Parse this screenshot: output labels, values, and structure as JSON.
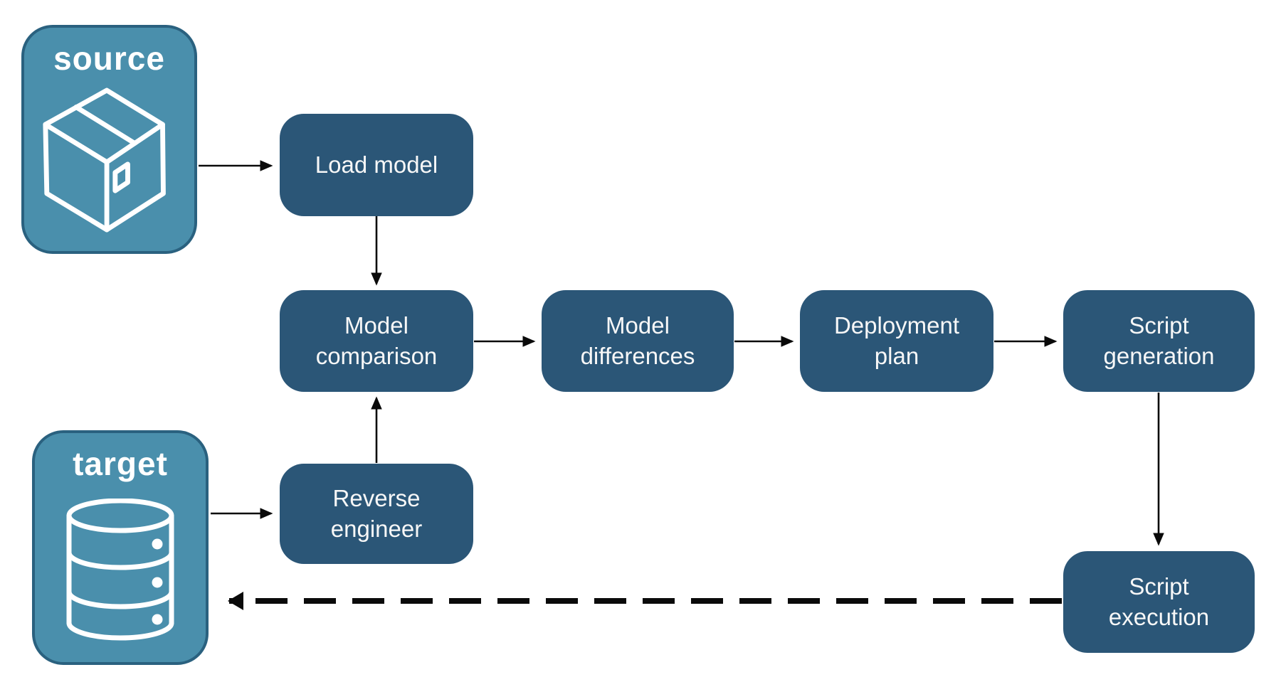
{
  "diagram": {
    "type": "flowchart",
    "background": "#FFFFFF",
    "endpoints": {
      "source": {
        "label": "source",
        "icon": "package-icon"
      },
      "target": {
        "label": "target",
        "icon": "database-icon"
      }
    },
    "nodes": {
      "load_model": {
        "label": "Load model"
      },
      "model_comparison": {
        "label": "Model comparison"
      },
      "model_differences": {
        "label": "Model differences"
      },
      "deployment_plan": {
        "label": "Deployment plan"
      },
      "script_generation": {
        "label": "Script generation"
      },
      "reverse_engineer": {
        "label": "Reverse engineer"
      },
      "script_execution": {
        "label": "Script execution"
      }
    },
    "edges": [
      {
        "from": "source",
        "to": "load_model",
        "style": "solid"
      },
      {
        "from": "load_model",
        "to": "model_comparison",
        "style": "solid"
      },
      {
        "from": "model_comparison",
        "to": "model_differences",
        "style": "solid"
      },
      {
        "from": "model_differences",
        "to": "deployment_plan",
        "style": "solid"
      },
      {
        "from": "deployment_plan",
        "to": "script_generation",
        "style": "solid"
      },
      {
        "from": "script_generation",
        "to": "script_execution",
        "style": "solid"
      },
      {
        "from": "target",
        "to": "reverse_engineer",
        "style": "solid"
      },
      {
        "from": "reverse_engineer",
        "to": "model_comparison",
        "style": "solid"
      },
      {
        "from": "script_execution",
        "to": "target",
        "style": "dashed"
      }
    ],
    "colors": {
      "node_fill": "#2B5677",
      "endpoint_fill": "#4A8FAC",
      "endpoint_border": "#2A617F",
      "arrow": "#0a0a0a",
      "label_text": "#F7F7F7",
      "background": "#FFFFFF"
    }
  }
}
